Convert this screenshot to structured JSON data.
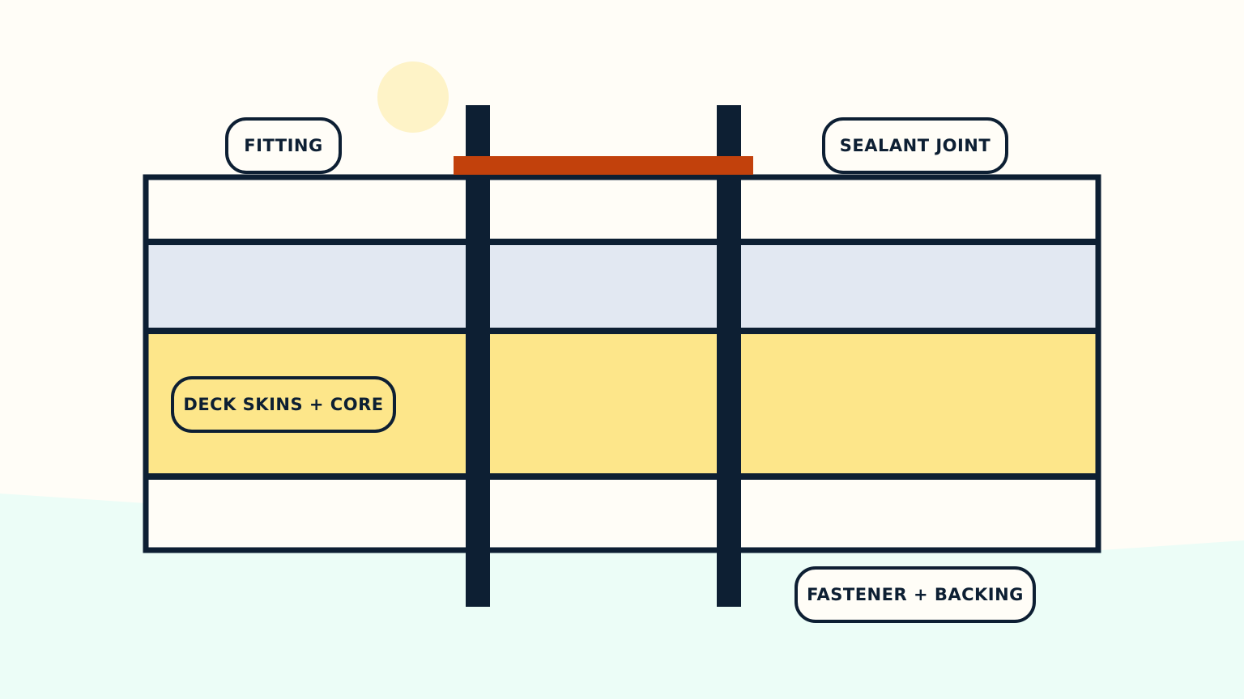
{
  "labels": {
    "fitting": "FITTING",
    "sealant_joint": "SEALANT JOINT",
    "deck_skins_core": "DECK SKINS + CORE",
    "fastener_backing": "FASTENER + BACKING"
  },
  "colors": {
    "background": "#fffdf7",
    "ground": "#ecfdf7",
    "outline": "#0d1f33",
    "top_skin": "#fffdf7",
    "upper_layer": "#e2e8f2",
    "core_layer": "#fde68a",
    "bottom_skin": "#fffdf7",
    "fitting_plate": "#c2410c",
    "sun": "#fef3c7"
  }
}
